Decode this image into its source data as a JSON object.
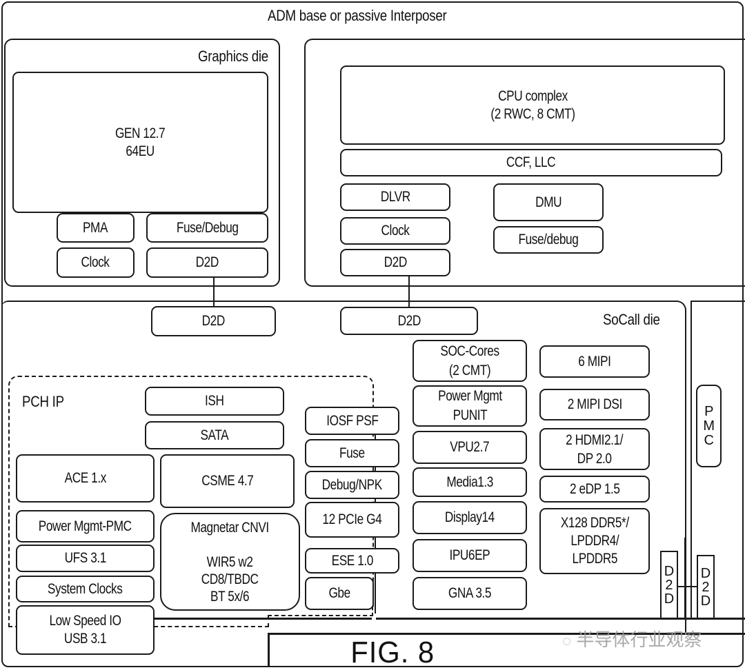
{
  "title": "ADM base or passive Interposer",
  "figure_label": "FIG. 8",
  "watermark": "半导体行业观察",
  "graphics_die": {
    "label": "Graphics die",
    "gpu": "GEN 12.7\n64EU",
    "pma": "PMA",
    "fuse_debug": "Fuse/Debug",
    "clock": "Clock",
    "d2d": "D2D"
  },
  "cpu_die": {
    "cpu_complex": "CPU complex\n(2 RWC, 8 CMT)",
    "ccf_llc": "CCF, LLC",
    "dlvr": "DLVR",
    "dmu": "DMU",
    "clock": "Clock",
    "fuse_debug": "Fuse/debug",
    "d2d": "D2D"
  },
  "socall_die": {
    "label": "SoCall die",
    "d2d_graphics": "D2D",
    "d2d_cpu": "D2D",
    "pch_ip": {
      "label": "PCH IP",
      "ish": "ISH",
      "sata": "SATA",
      "ace": "ACE 1.x",
      "csme": "CSME 4.7",
      "power_mgmt_pmc": "Power Mgmt-PMC",
      "ufs": "UFS 3.1",
      "system_clocks": "System Clocks",
      "low_speed_io": "Low Speed IO\nUSB 3.1",
      "cnvi": "Magnetar CNVI\n\nWIR5 w2\nCD8/TBDC\nBT 5x/6"
    },
    "fabric_column": [
      "IOSF PSF",
      "Fuse",
      "Debug/NPK",
      "12 PCIe G4",
      "ESE 1.0",
      "Gbe"
    ],
    "core_column": [
      "SOC-Cores\n(2 CMT)",
      "Power Mgmt\nPUNIT",
      "VPU2.7",
      "Media1.3",
      "Display14",
      "IPU6EP",
      "GNA 3.5"
    ],
    "io_column": [
      "6 MIPI",
      "2 MIPI DSI",
      "2 HDMI2.1/\nDP 2.0",
      "2 eDP 1.5",
      "X128 DDR5*/\nLPDDR4/\nLPDDR5"
    ],
    "d2d_vertical": "D\n2\nD"
  },
  "pmc_die": {
    "pmc": "P\nM\nC",
    "d2d_vertical": "D\n2\nD"
  }
}
